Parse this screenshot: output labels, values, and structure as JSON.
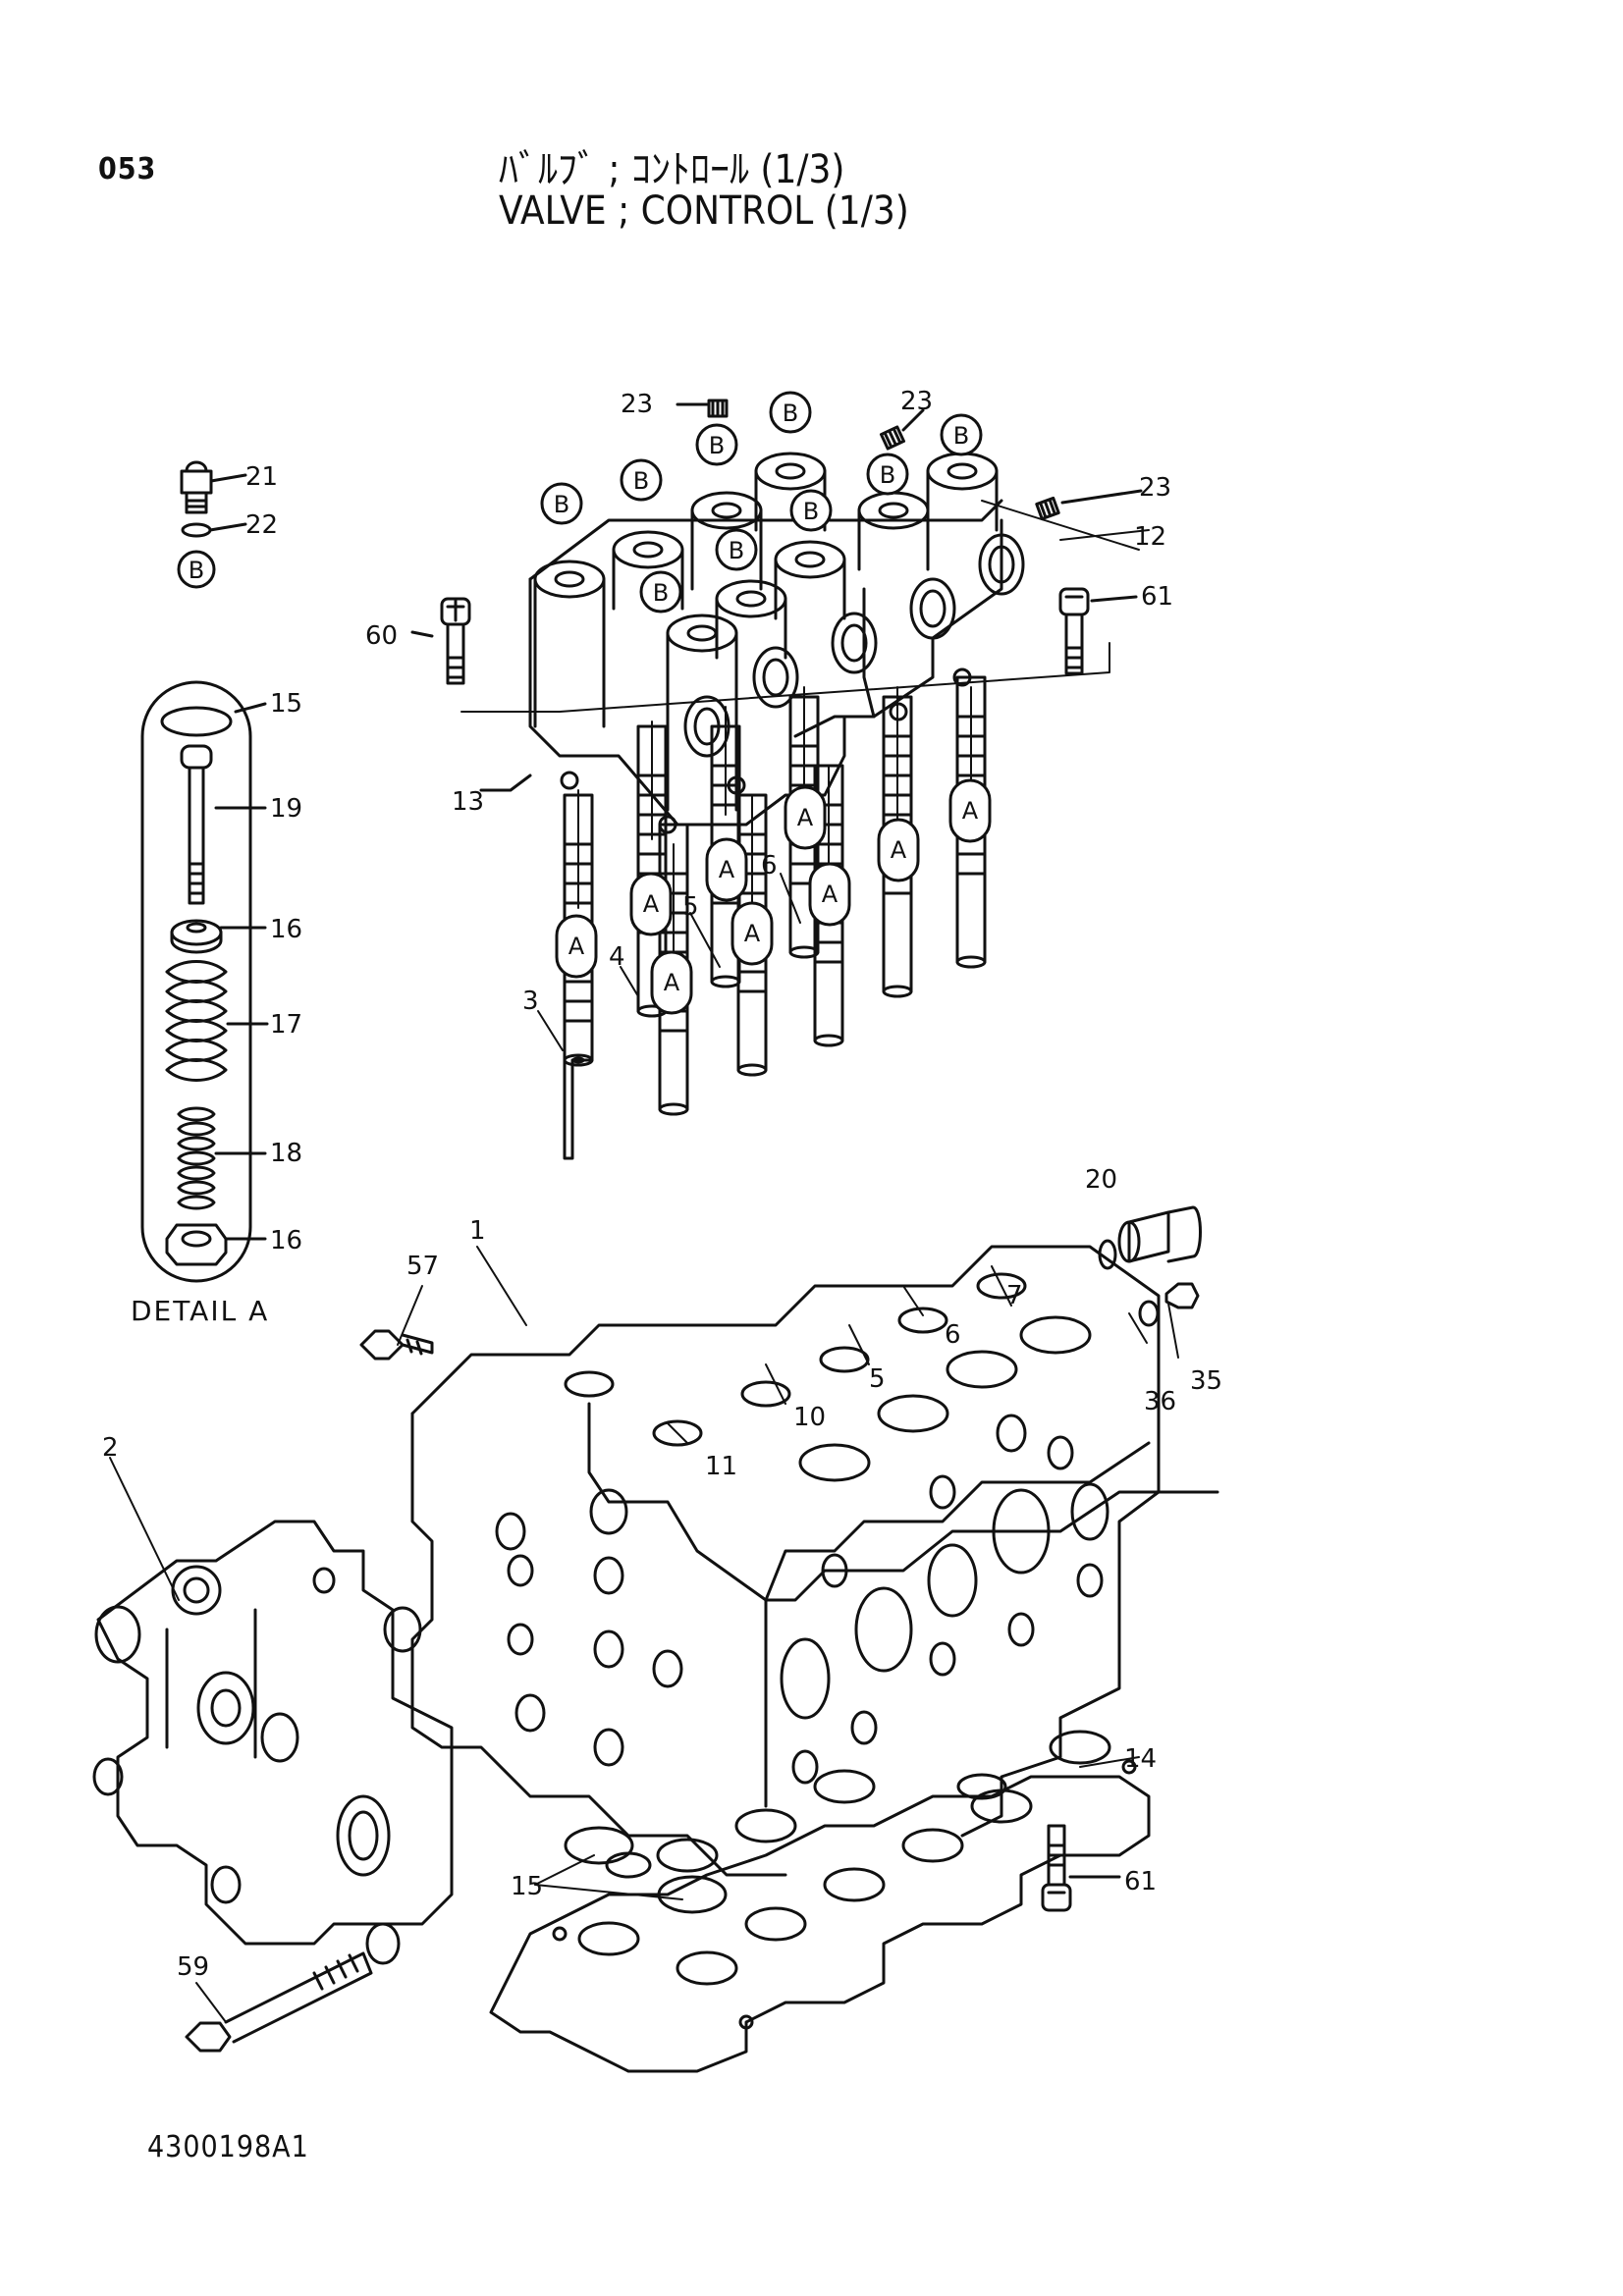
{
  "page_number": "053",
  "title_jp": "ﾊﾞﾙﾌﾞ ; ｺﾝﾄﾛｰﾙ (1/3)",
  "title_en": "VALVE ; CONTROL (1/3)",
  "detail_label": "DETAIL A",
  "drawing_number": "4300198A1",
  "callouts": {
    "p1": "1",
    "p2": "2",
    "p3": "3",
    "p4": "4",
    "p5a": "5",
    "p5b": "5",
    "p6a": "6",
    "p6b": "6",
    "p7": "7",
    "p10": "10",
    "p11": "11",
    "p12": "12",
    "p13": "13",
    "p14": "14",
    "p15a": "15",
    "p15b": "15",
    "p16a": "16",
    "p16b": "16",
    "p17": "17",
    "p18": "18",
    "p19": "19",
    "p20": "20",
    "p21": "21",
    "p22": "22",
    "p23a": "23",
    "p23b": "23",
    "p23c": "23",
    "p35": "35",
    "p36": "36",
    "p57": "57",
    "p59": "59",
    "p60": "60",
    "p61a": "61",
    "p61b": "61"
  },
  "markers": {
    "a": "A",
    "b": "B"
  }
}
